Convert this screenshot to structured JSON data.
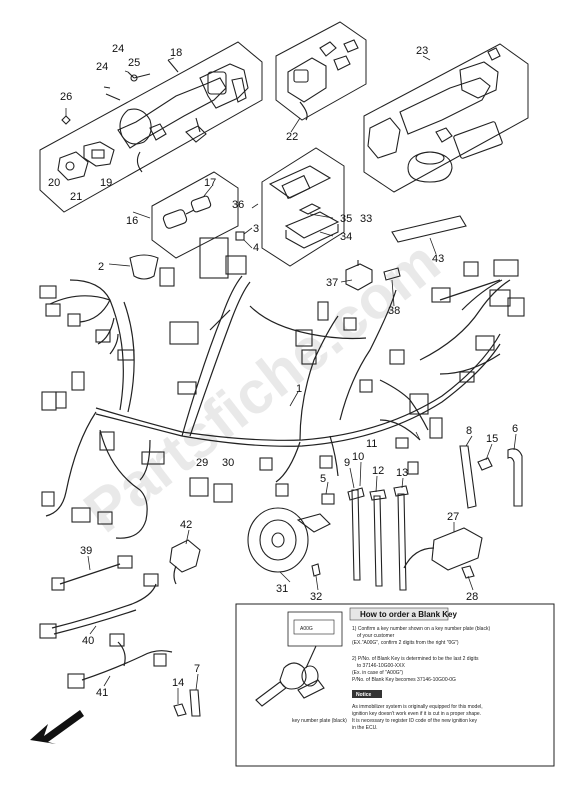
{
  "watermark": "Partsfiche.com",
  "callouts": [
    {
      "id": "c1",
      "text": "1"
    },
    {
      "id": "c2",
      "text": "2"
    },
    {
      "id": "c3",
      "text": "3"
    },
    {
      "id": "c4",
      "text": "4"
    },
    {
      "id": "c5",
      "text": "5"
    },
    {
      "id": "c6",
      "text": "6"
    },
    {
      "id": "c7",
      "text": "7"
    },
    {
      "id": "c8",
      "text": "8"
    },
    {
      "id": "c9",
      "text": "9"
    },
    {
      "id": "c10",
      "text": "10"
    },
    {
      "id": "c11",
      "text": "11"
    },
    {
      "id": "c12",
      "text": "12"
    },
    {
      "id": "c13",
      "text": "13"
    },
    {
      "id": "c14",
      "text": "14"
    },
    {
      "id": "c15",
      "text": "15"
    },
    {
      "id": "c16",
      "text": "16"
    },
    {
      "id": "c17",
      "text": "17"
    },
    {
      "id": "c18",
      "text": "18"
    },
    {
      "id": "c19",
      "text": "19"
    },
    {
      "id": "c20",
      "text": "20"
    },
    {
      "id": "c21",
      "text": "21"
    },
    {
      "id": "c22",
      "text": "22"
    },
    {
      "id": "c23",
      "text": "23"
    },
    {
      "id": "c24a",
      "text": "24"
    },
    {
      "id": "c24b",
      "text": "24"
    },
    {
      "id": "c25",
      "text": "25"
    },
    {
      "id": "c26",
      "text": "26"
    },
    {
      "id": "c27",
      "text": "27"
    },
    {
      "id": "c28",
      "text": "28"
    },
    {
      "id": "c29",
      "text": "29"
    },
    {
      "id": "c30",
      "text": "30"
    },
    {
      "id": "c31",
      "text": "31"
    },
    {
      "id": "c32",
      "text": "32"
    },
    {
      "id": "c33",
      "text": "33"
    },
    {
      "id": "c34",
      "text": "34"
    },
    {
      "id": "c35",
      "text": "35"
    },
    {
      "id": "c36",
      "text": "36"
    },
    {
      "id": "c37",
      "text": "37"
    },
    {
      "id": "c38",
      "text": "38"
    },
    {
      "id": "c39",
      "text": "39"
    },
    {
      "id": "c40",
      "text": "40"
    },
    {
      "id": "c41",
      "text": "41"
    },
    {
      "id": "c42",
      "text": "42"
    },
    {
      "id": "c43",
      "text": "43"
    }
  ],
  "order_box": {
    "title": "How to order a Blank Key",
    "lines": [
      "1) Confirm a key number shown on a key number plate (black)",
      "of your customer",
      "(EX.\"A00G\", confirm 2 digits from the right \"0G\")",
      "2) P/No. of Blank Key is determined to be the last 2 digits",
      "to 37146-10G00-XXX",
      "(Ex. in case of \"A00G\")",
      "P/No. of Blank Key becomes 37146-10G00-0G"
    ],
    "plate_label": "A00G",
    "plate_caption": "key number plate (black)",
    "notice_label": "Notice",
    "notice_lines": [
      "As immobilizer system is originally equipped for this model,",
      "ignition key doesn't work even if it is cut in a proper shape.",
      "It is necessary to register ID code of the new ignition key",
      "in the ECU."
    ]
  }
}
